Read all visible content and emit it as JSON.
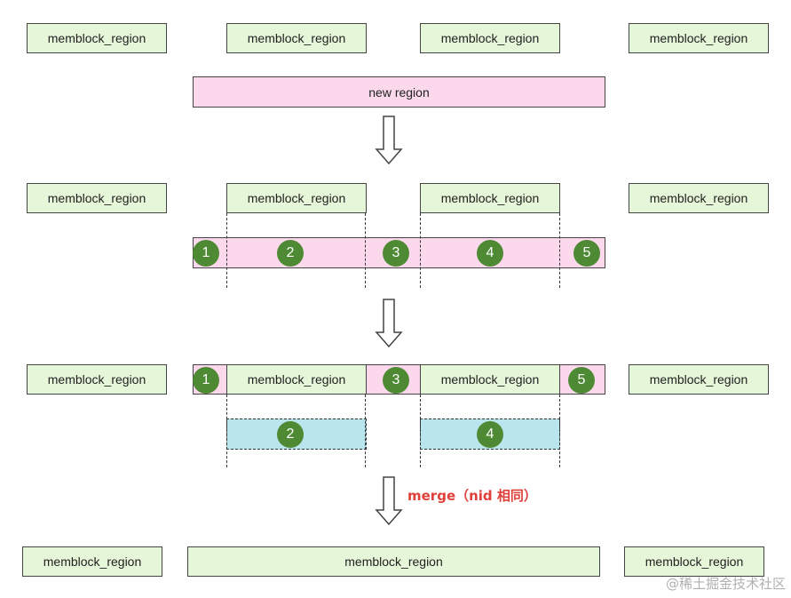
{
  "stage1": {
    "regions": [
      "memblock_region",
      "memblock_region",
      "memblock_region",
      "memblock_region"
    ],
    "new_region": "new region"
  },
  "stage2": {
    "regions": [
      "memblock_region",
      "memblock_region",
      "memblock_region",
      "memblock_region"
    ],
    "segments": [
      "1",
      "2",
      "3",
      "4",
      "5"
    ]
  },
  "stage3": {
    "regions": [
      "memblock_region",
      "memblock_region",
      "memblock_region",
      "memblock_region"
    ],
    "segments": [
      "1",
      "3",
      "5"
    ],
    "overlap_segments": [
      "2",
      "4"
    ]
  },
  "merge_label": "merge（nid 相同）",
  "stage4": {
    "regions": [
      "memblock_region",
      "memblock_region",
      "memblock_region"
    ]
  },
  "watermark": "@稀土掘金技术社区",
  "colors": {
    "region_fill": "#e6f6d8",
    "new_region_fill": "#fbd8ec",
    "overlap_fill": "#b8e6ec",
    "circle": "#4e8a34",
    "merge_text": "#e0403a"
  },
  "icons": [
    "down-arrow-icon"
  ]
}
